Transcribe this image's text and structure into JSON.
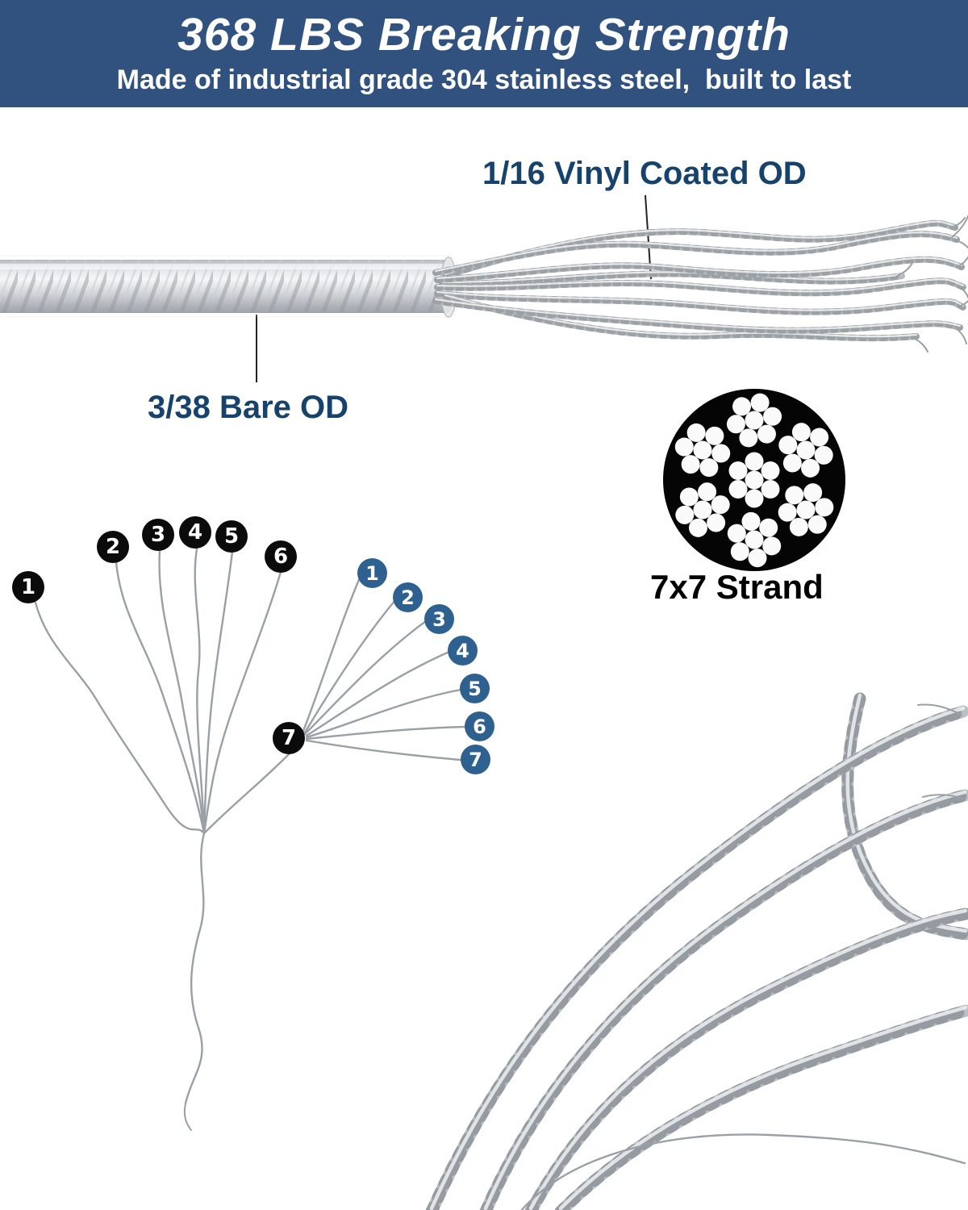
{
  "banner": {
    "title": "368 LBS Breaking Strength",
    "subtitle": "Made of industrial grade 304 stainless steel,  built to last",
    "bg_color": "#31517f",
    "text_color": "#ffffff"
  },
  "callouts": {
    "vinyl_od": "1/16 Vinyl Coated OD",
    "bare_od": "3/38 Bare OD",
    "strand_label": "7x7 Strand",
    "callout_color": "#17426b",
    "strand_label_color": "#000000"
  },
  "strand_numbers": {
    "outer_black": [
      "1",
      "2",
      "3",
      "4",
      "5",
      "6",
      "7"
    ],
    "inner_blue": [
      "1",
      "2",
      "3",
      "4",
      "5",
      "6",
      "7"
    ],
    "black_color": "#0b0b0b",
    "blue_color": "#2e618f"
  }
}
